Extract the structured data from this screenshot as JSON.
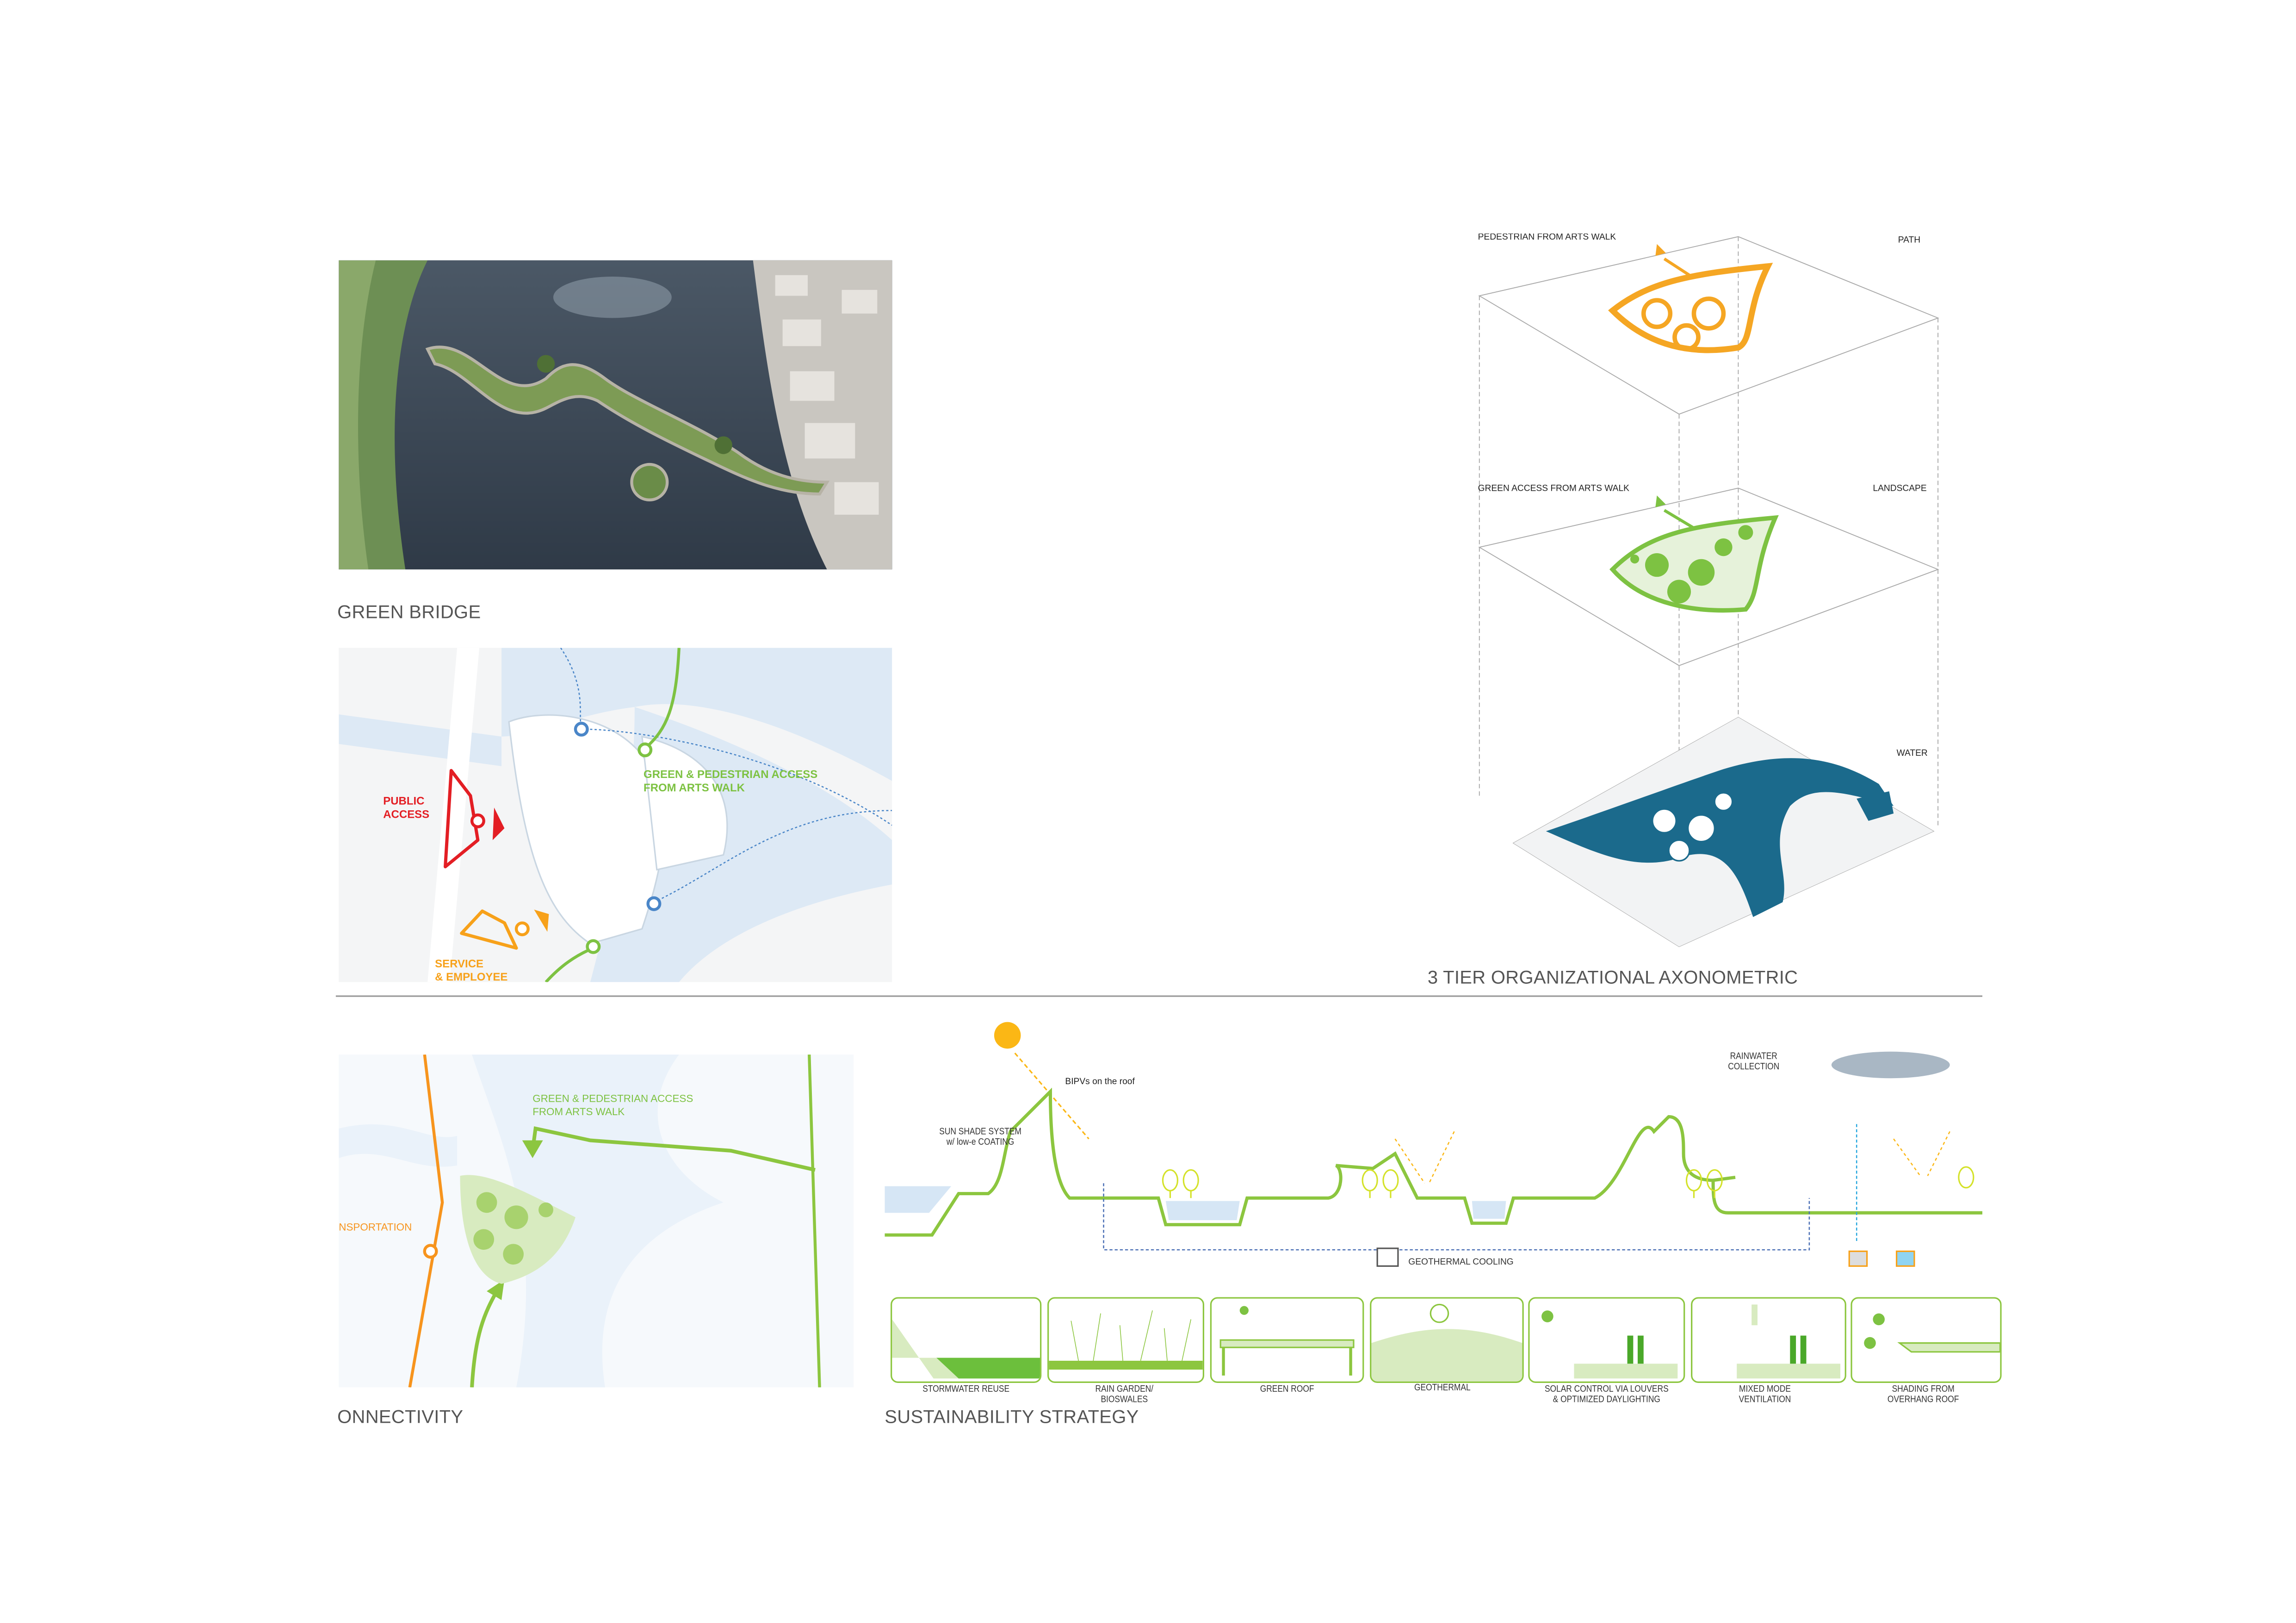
{
  "green_bridge": {
    "title": "GREEN BRIDGE"
  },
  "site_plan": {
    "public_access": [
      "PUBLIC",
      "ACCESS"
    ],
    "green_access": [
      "GREEN & PEDESTRIAN ACCESS",
      "FROM ARTS WALK"
    ],
    "service": [
      "SERVICE",
      "& EMPLOYEE"
    ],
    "colors": {
      "public": "#e31e24",
      "green": "#8cc63f",
      "service": "#f7a11a",
      "water_node": "#4a86c8"
    }
  },
  "axonometric": {
    "title": "3 TIER ORGANIZATIONAL AXONOMETRIC",
    "tiers": [
      {
        "label": "PATH",
        "note": "PEDESTRIAN FROM ARTS WALK",
        "color": "#f5a623"
      },
      {
        "label": "LANDSCAPE",
        "note": "GREEN ACCESS FROM ARTS WALK",
        "color": "#7dc242"
      },
      {
        "label": "WATER",
        "note": "",
        "color": "#1b6a8c"
      }
    ]
  },
  "connectivity": {
    "title": "ONNECTIVITY",
    "transport_label": "NSPORTATION",
    "green_access": [
      "GREEN & PEDESTRIAN ACCESS",
      "FROM ARTS WALK"
    ]
  },
  "sustainability": {
    "title": "SUSTAINABILITY STRATEGY",
    "annotations": {
      "bipv": "BIPVs on the roof",
      "sun_shade": [
        "SUN SHADE SYSTEM",
        "w/ low-e COATING"
      ],
      "rainwater": [
        "RAINWATER",
        "COLLECTION"
      ],
      "geothermal": "GEOTHERMAL COOLING"
    },
    "strategies": [
      {
        "label": [
          "STORMWATER REUSE"
        ]
      },
      {
        "label": [
          "RAIN GARDEN/",
          "BIOSWALES"
        ]
      },
      {
        "label": [
          "GREEN ROOF"
        ]
      },
      {
        "label": [
          "GEOTHERMAL"
        ]
      },
      {
        "label": [
          "SOLAR CONTROL VIA LOUVERS",
          "& OPTIMIZED DAYLIGHTING"
        ]
      },
      {
        "label": [
          "MIXED MODE",
          "VENTILATION"
        ]
      },
      {
        "label": [
          "SHADING FROM",
          "OVERHANG ROOF"
        ]
      }
    ],
    "colors": {
      "ground": "#8cc63f",
      "sun": "#fbb715",
      "water": "#d6e6f5"
    }
  }
}
